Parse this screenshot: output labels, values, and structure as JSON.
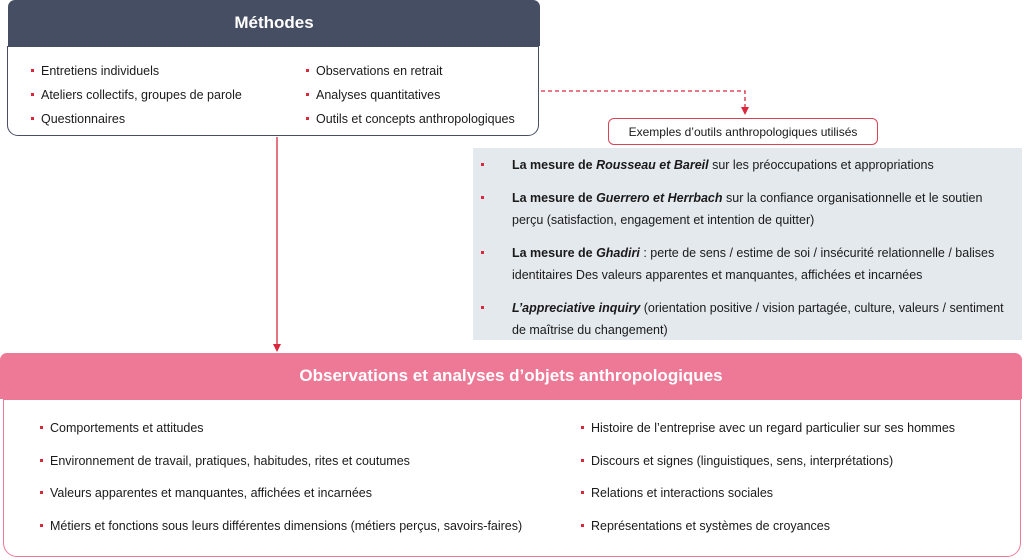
{
  "methods": {
    "title": "Méthodes",
    "col1": [
      "Entretiens individuels",
      "Ateliers collectifs, groupes de parole",
      "Questionnaires"
    ],
    "col2": [
      "Observations en retrait",
      "Analyses quantitatives",
      "Outils et concepts anthropologiques"
    ]
  },
  "tools": {
    "label": "Exemples d’outils anthropologiques utilisés",
    "items": [
      {
        "bold": "La mesure de ",
        "italic": "Rousseau et Bareil",
        "rest": " sur les préoccupations et appropriations"
      },
      {
        "bold": "La mesure de ",
        "italic": "Guerrero et Herrbach",
        "rest": " sur la confiance organisationnelle et le soutien perçu (satisfaction, engagement et intention de quitter)"
      },
      {
        "bold": "La mesure de ",
        "italic": "Ghadiri",
        "rest": " : perte de sens / estime de soi / insécurité relationnelle / balises identitaires Des valeurs apparentes et manquantes, affichées et incarnées"
      },
      {
        "bold": "",
        "italic": "L’appreciative inquiry",
        "rest": " (orientation positive / vision partagée, culture, valeurs / sentiment de maîtrise du changement)"
      }
    ]
  },
  "observations": {
    "title": "Observations et analyses d’objets anthropologiques",
    "col1": [
      "Comportements et attitudes",
      "Environnement de travail, pratiques, habitudes, rites et coutumes",
      "Valeurs apparentes et manquantes, affichées et incarnées",
      "Métiers et fonctions sous leurs différentes dimensions (métiers perçus, savoirs-faires)"
    ],
    "col2": [
      "Histoire de l’entreprise avec un regard particulier sur ses hommes",
      "Discours et signes (linguistiques, sens, interprétations)",
      "Relations et interactions sociales",
      "Représentations et systèmes de croyances"
    ]
  },
  "colors": {
    "methods_header": "#464e63",
    "observations_header": "#ee7996",
    "bullet": "#d9283e",
    "connector": "#d9283e",
    "tools_panel": "#e4e9ee"
  }
}
